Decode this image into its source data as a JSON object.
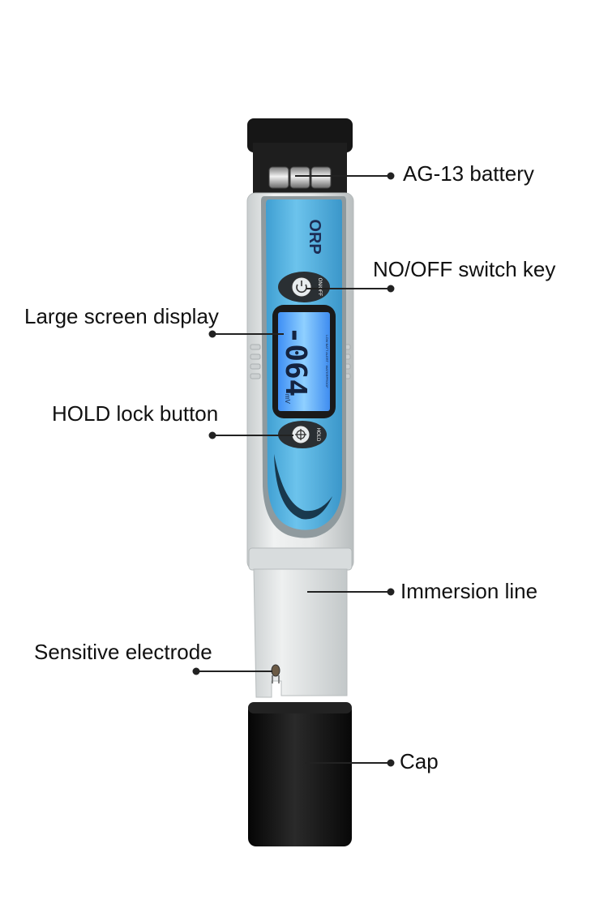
{
  "device": {
    "brand_label": "ORP",
    "display_reading": "-064",
    "display_unit": "mV",
    "lcd_footer_text": "LOW BATT ALERT · WATERPROOF",
    "power_key_label": "ON/OFF",
    "hold_key_label": "HOLD"
  },
  "callouts": {
    "battery": "AG-13 battery",
    "switch_key": "NO/OFF switch key",
    "display": "Large screen display",
    "hold_button": "HOLD lock button",
    "immersion_line": "Immersion line",
    "electrode": "Sensitive electrode",
    "cap": "Cap"
  },
  "colors": {
    "body": "#e6e8e8",
    "face_panel": "#5ab6e4",
    "lcd_backlight": "#4fa8ff",
    "cap": "#141414",
    "leader_line": "#222222"
  }
}
